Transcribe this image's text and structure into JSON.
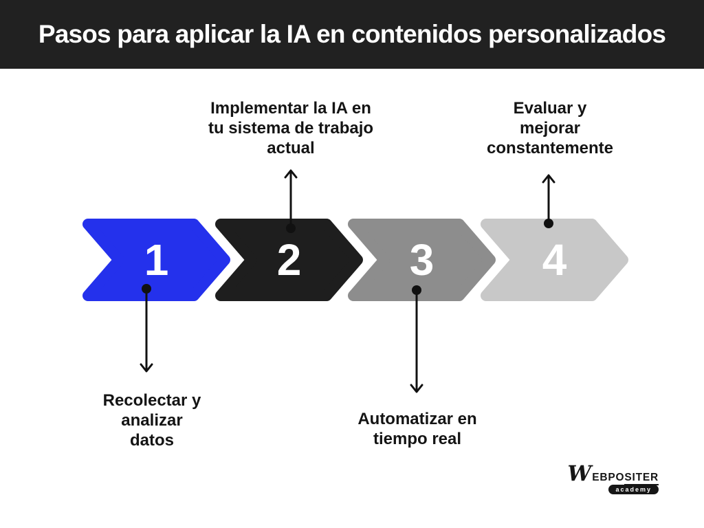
{
  "header": {
    "title": "Pasos para aplicar la IA en contenidos personalizados",
    "bg_color": "#212121",
    "text_color": "#ffffff"
  },
  "steps": [
    {
      "number": "1",
      "label": "Recolectar y\nanalizar\ndatos",
      "color": "#2431ec",
      "label_position": "below"
    },
    {
      "number": "2",
      "label": "Implementar la IA en\ntu sistema de trabajo\nactual",
      "color": "#1e1e1e",
      "label_position": "above"
    },
    {
      "number": "3",
      "label": "Automatizar en\ntiempo real",
      "color": "#8d8d8d",
      "label_position": "below"
    },
    {
      "number": "4",
      "label": "Evaluar y\nmejorar\nconstantemente",
      "color": "#c8c8c8",
      "label_position": "above"
    }
  ],
  "connector_color": "#111111",
  "brand": {
    "wordmark_initial": "W",
    "wordmark_rest": "EBPO",
    "wordmark_underlined": "SITER",
    "tagline": "academy"
  }
}
